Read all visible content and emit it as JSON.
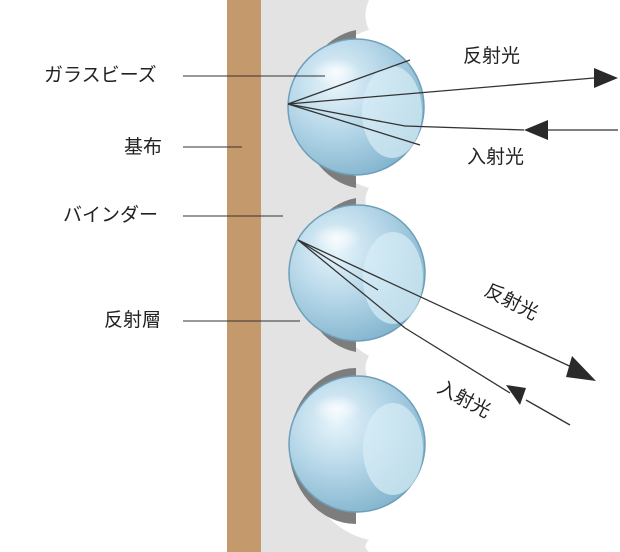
{
  "labels": {
    "glass_beads": "ガラスビーズ",
    "base_fabric": "基布",
    "binder": "バインダー",
    "reflective_layer": "反射層",
    "reflected_light_1": "反射光",
    "incident_light_1": "入射光",
    "reflected_light_2": "反射光",
    "incident_light_2": "入射光"
  },
  "colors": {
    "base_fabric": "#c49a6c",
    "binder": "#e3e3e3",
    "reflective_layer": "#7d7d7d",
    "bead_fill": "#b9d9ea",
    "bead_outline": "#6e9fb8",
    "line": "#333333",
    "arrow": "#2a2a2a",
    "text": "#222222"
  }
}
